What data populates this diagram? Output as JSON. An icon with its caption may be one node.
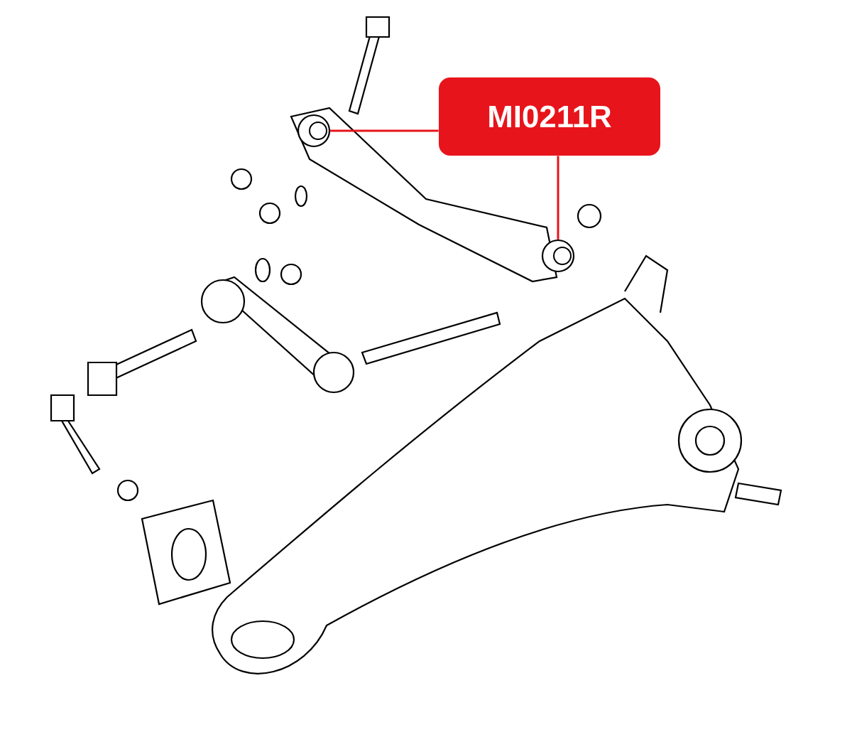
{
  "diagram": {
    "nodes": [
      {
        "text": [
          "MI0211R"
        ]
      },
      {
        "text": [],
        "shape": "cylinder"
      },
      {
        "text": [],
        "shape": "cylinder"
      }
    ],
    "edges": [
      {
        "from": 0,
        "to": 1,
        "arrow": "none"
      },
      {
        "from": 0,
        "to": 2,
        "arrow": "none"
      }
    ]
  }
}
